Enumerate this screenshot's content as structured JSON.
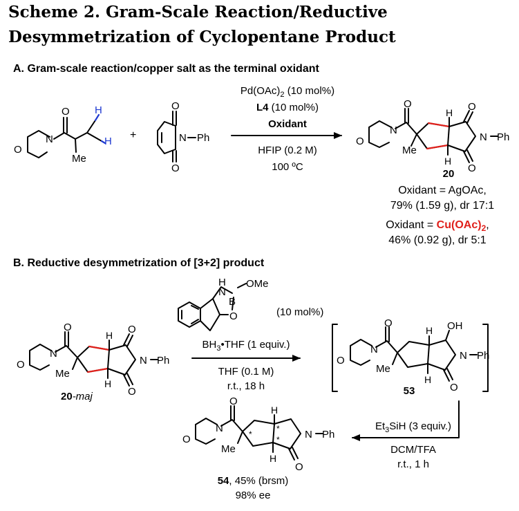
{
  "title": {
    "line1": "Scheme 2. Gram-Scale Reaction/Reductive",
    "line2": "Desymmetrization of Cyclopentane Product"
  },
  "section_a": {
    "heading": "A. Gram-scale reaction/copper salt as the terminal oxidant",
    "reactant_atoms": {
      "O_ring": "O",
      "N_ring": "N",
      "O_carbonyl": "O",
      "Me": "Me",
      "H1": "H",
      "H2": "H"
    },
    "plus": "+",
    "maleimide_atoms": {
      "O_top": "O",
      "O_bottom": "O",
      "N": "N",
      "Ph": "Ph"
    },
    "conditions": {
      "catalyst": "Pd(OAc)",
      "catalyst_sub": "2",
      "catalyst_load": " (10 mol%)",
      "ligand": "L4",
      "ligand_load": " (10 mol%)",
      "oxidant": "Oxidant",
      "solvent": "HFIP (0.2 M)",
      "temperature": "100 ºC"
    },
    "product_atoms": {
      "O_ring": "O",
      "N_ring": "N",
      "O_carbonyl": "O",
      "Me": "Me",
      "H_top": "H",
      "H_bottom": "H",
      "O_imide_top": "O",
      "O_imide_bottom": "O",
      "N_imide": "N",
      "Ph": "Ph"
    },
    "product_label": "20",
    "result1_line1": "Oxidant = AgOAc,",
    "result1_line2": "79% (1.59 g), dr 17:1",
    "result2_prefix": "Oxidant = ",
    "result2_oxidant": "Cu(OAc)",
    "result2_oxidant_sub": "2",
    "result2_suffix": ",",
    "result2_line2": "46% (0.92 g), dr 5:1"
  },
  "section_b": {
    "heading": "B. Reductive desymmetrization of [3+2] product",
    "catalyst_atoms": {
      "H": "H",
      "N": "N",
      "B": "B",
      "OMe": "OMe",
      "O": "O"
    },
    "catalyst_load": "(10 mol%)",
    "reagent1": "BH",
    "reagent1_sub": "3",
    "reagent1_rest": "•THF (1 equiv.)",
    "solvent1": "THF (0.1 M)",
    "temp1": "r.t., 18 h",
    "start_atoms": {
      "O_ring": "O",
      "N_ring": "N",
      "O_carbonyl": "O",
      "Me": "Me",
      "H_top": "H",
      "H_bottom": "H",
      "O_imide_top": "O",
      "O_imide_bottom": "O",
      "N_imide": "N",
      "Ph": "Ph"
    },
    "start_label": "20",
    "start_label_suffix": "-maj",
    "intermediate_atoms": {
      "O_ring": "O",
      "N_ring": "N",
      "O_carbonyl": "O",
      "Me": "Me",
      "H_top": "H",
      "OH": "OH",
      "H_bottom": "H",
      "N_lactam": "N",
      "Ph": "Ph",
      "O_lactam": "O"
    },
    "intermediate_label": "53",
    "reagent2": "Et",
    "reagent2_sub": "3",
    "reagent2_rest": "SiH (3 equiv.)",
    "solvent2": "DCM/TFA",
    "temp2": "r.t., 1 h",
    "final_atoms": {
      "O_ring": "O",
      "N_ring": "N",
      "O_carbonyl": "O",
      "Me": "Me",
      "H_top": "H",
      "H_bottom": "H",
      "N_lactam": "N",
      "Ph": "Ph",
      "O_lactam": "O",
      "star": "*"
    },
    "final_label": "54",
    "final_yield": ", 45% (brsm)",
    "final_ee": "98% ee"
  }
}
